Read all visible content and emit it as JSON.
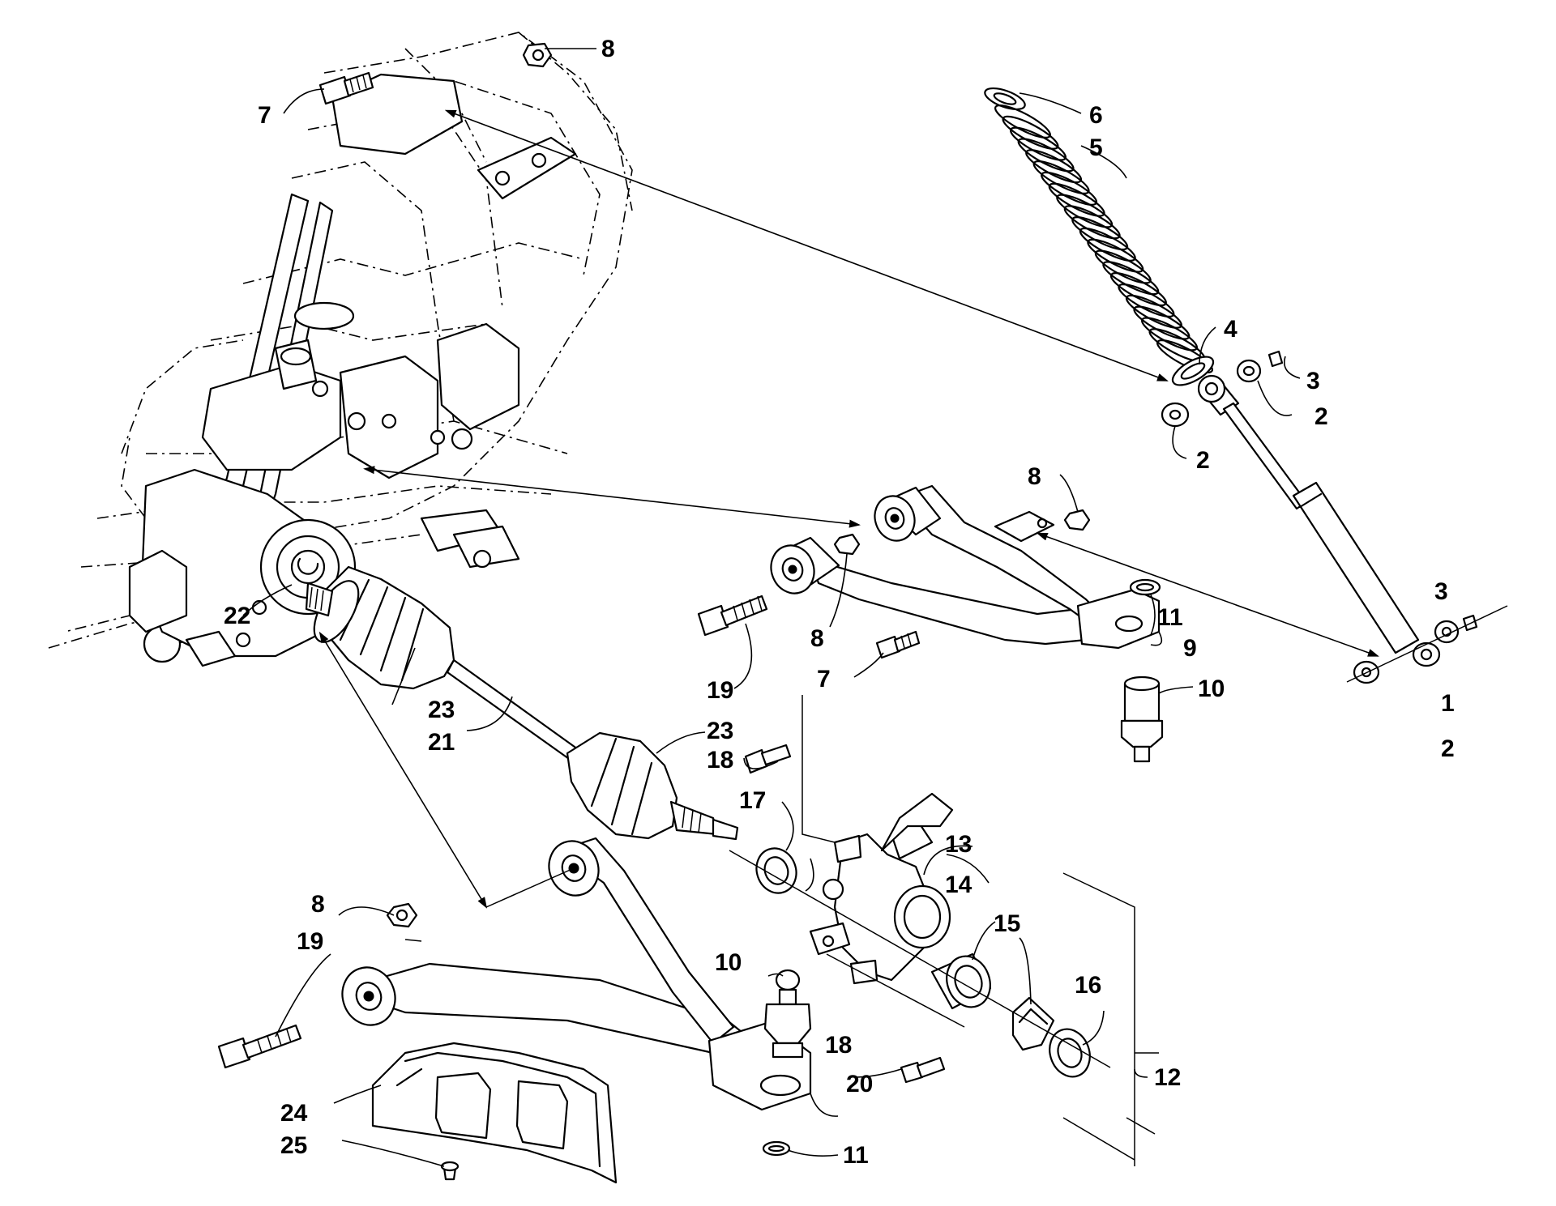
{
  "callouts": {
    "c1": "1",
    "c2a": "2",
    "c2b": "2",
    "c2c": "2",
    "c3a": "3",
    "c3b": "3",
    "c4": "4",
    "c5": "5",
    "c6": "6",
    "c7a": "7",
    "c7b": "7",
    "c8a": "8",
    "c8b": "8",
    "c8c": "8",
    "c8d": "8",
    "c9": "9",
    "c10a": "10",
    "c10b": "10",
    "c11a": "11",
    "c11b": "11",
    "c12": "12",
    "c13": "13",
    "c14": "14",
    "c15": "15",
    "c16": "16",
    "c17": "17",
    "c18a": "18",
    "c18b": "18",
    "c19a": "19",
    "c19b": "19",
    "c20": "20",
    "c21": "21",
    "c22": "22",
    "c23a": "23",
    "c23b": "23",
    "c24": "24",
    "c25": "25"
  }
}
